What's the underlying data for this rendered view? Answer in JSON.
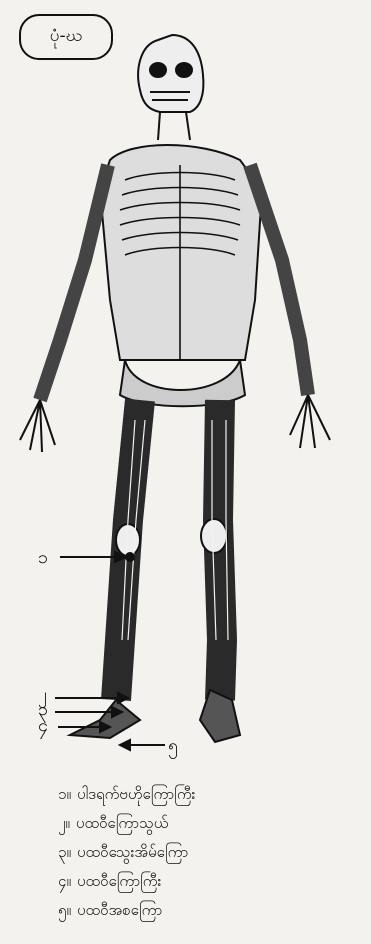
{
  "figure_label": "ပုံ-ဃ",
  "callouts": [
    "၁",
    "၂",
    "၃",
    "၄",
    "၅"
  ],
  "legend": [
    {
      "num": "၁။",
      "text": "ပါဒရက်ဗဟိုကြောကြီး"
    },
    {
      "num": "၂။",
      "text": "ပထဝီကြောသွယ်"
    },
    {
      "num": "၃။",
      "text": "ပထဝီသွေးအိမ်ကြော"
    },
    {
      "num": "၄။",
      "text": "ပထဝီကြောကြီး"
    },
    {
      "num": "၅။",
      "text": "ပထဝီအစကြော"
    }
  ]
}
